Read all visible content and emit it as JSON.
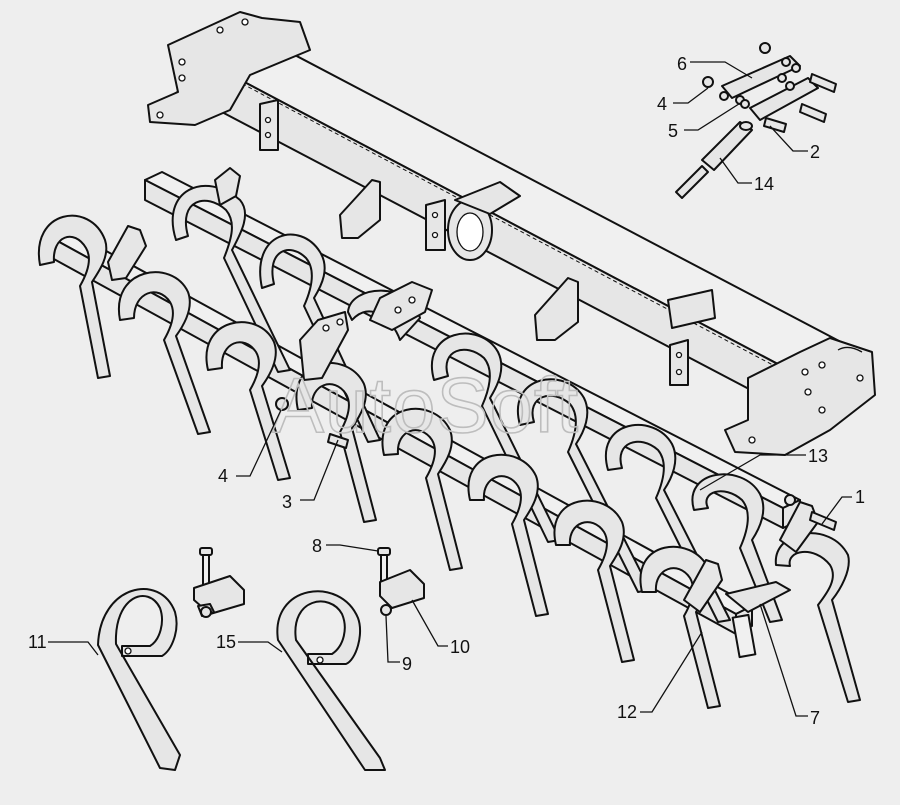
{
  "watermark": "AutoSoft",
  "callouts": {
    "c1": "1",
    "c2": "2",
    "c3": "3",
    "c4a": "4",
    "c4b": "4",
    "c5": "5",
    "c6": "6",
    "c7": "7",
    "c8": "8",
    "c9": "9",
    "c10": "10",
    "c11": "11",
    "c12": "12",
    "c13": "13",
    "c14": "14",
    "c15": "15"
  },
  "colors": {
    "background": "#eeeeee",
    "line": "#111111",
    "part_fill": "#e6e6e6",
    "watermark": "#bdbdbd"
  }
}
